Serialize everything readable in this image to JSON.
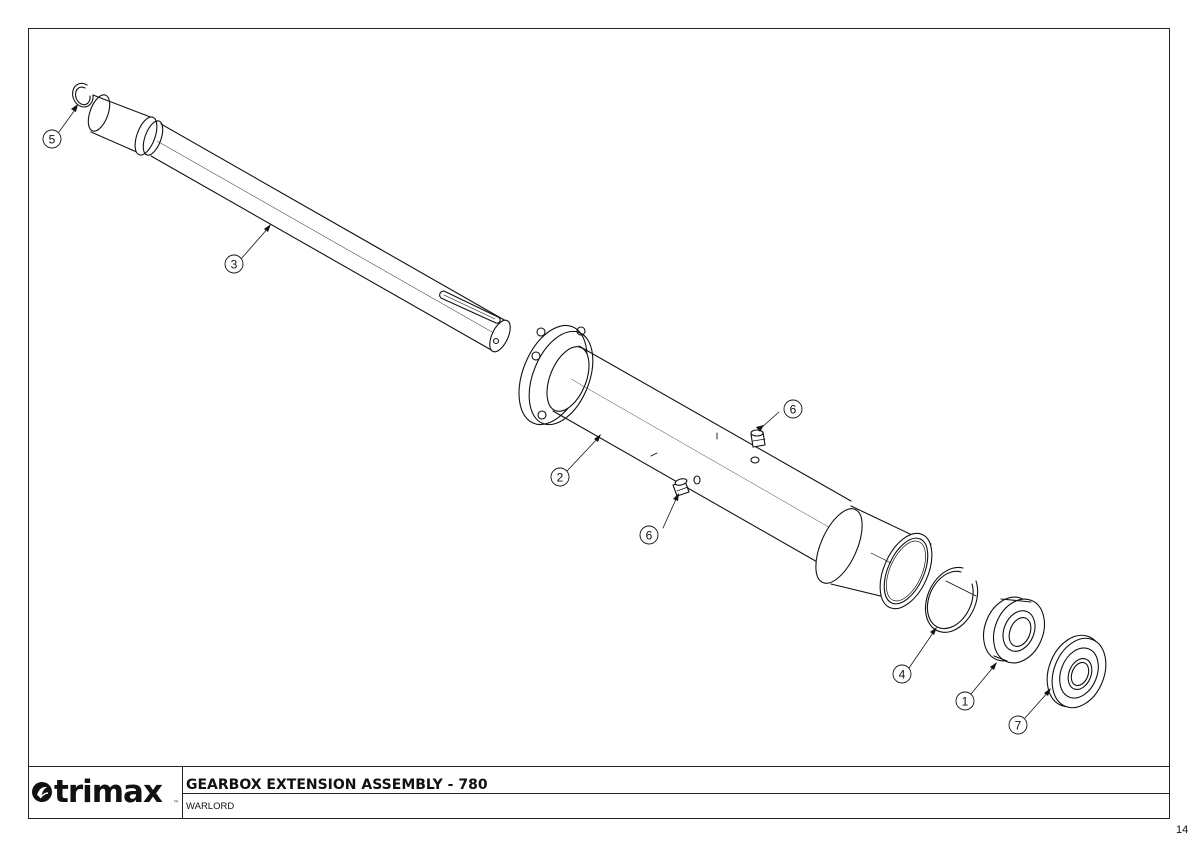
{
  "title_block": {
    "brand": "trimax",
    "assembly_title": "GEARBOX EXTENSION ASSEMBLY - 780",
    "model": "WARLORD"
  },
  "page_number": "14",
  "callouts": [
    {
      "id": "1",
      "part": "bearing"
    },
    {
      "id": "2",
      "part": "extension-tube"
    },
    {
      "id": "3",
      "part": "shaft"
    },
    {
      "id": "4",
      "part": "internal-circlip"
    },
    {
      "id": "5",
      "part": "external-circlip"
    },
    {
      "id": "6",
      "part": "grease-nipple-upper"
    },
    {
      "id": "6",
      "part": "grease-nipple-lower"
    },
    {
      "id": "7",
      "part": "seal"
    }
  ],
  "colors": {
    "line": "#111111",
    "background": "#ffffff"
  }
}
